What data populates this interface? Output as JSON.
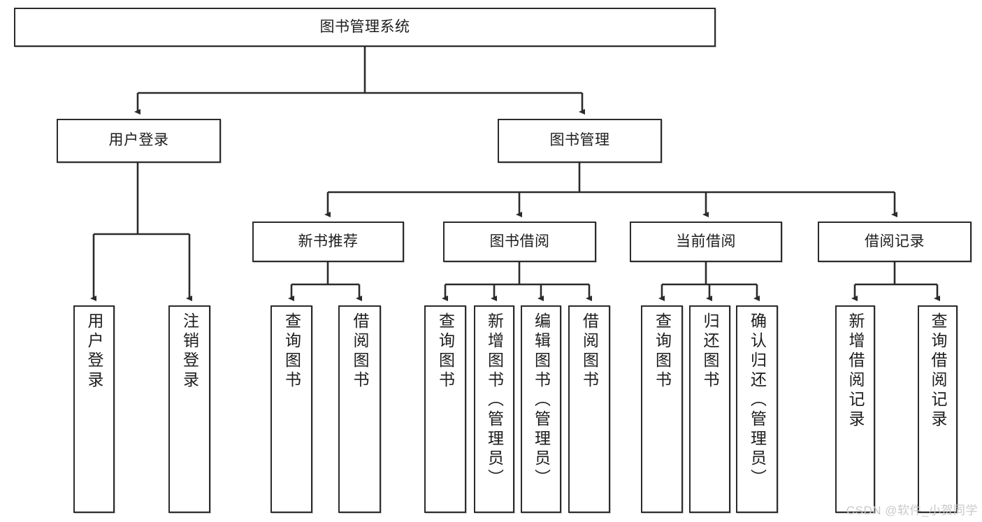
{
  "diagram": {
    "type": "tree",
    "title": "图书管理系统",
    "watermark": "CSDN @软件_小贺同学",
    "colors": {
      "box_border": "#2b2b2b",
      "box_fill": "#ffffff",
      "edge": "#2b2b2b",
      "text": "#1d1d1d",
      "watermark": "#c9c9c9"
    },
    "levels": {
      "root": {
        "label": "图书管理系统"
      },
      "level2": [
        {
          "label": "用户登录"
        },
        {
          "label": "图书管理"
        }
      ],
      "level3": [
        {
          "label": "新书推荐"
        },
        {
          "label": "图书借阅"
        },
        {
          "label": "当前借阅"
        },
        {
          "label": "借阅记录"
        }
      ],
      "leaves": [
        {
          "label": "用户登录",
          "parent": "用户登录"
        },
        {
          "label": "注销登录",
          "parent": "用户登录"
        },
        {
          "label": "查询图书",
          "parent": "新书推荐"
        },
        {
          "label": "借阅图书",
          "parent": "新书推荐"
        },
        {
          "label": "查询图书",
          "parent": "图书借阅"
        },
        {
          "label": "新增图书（管理员）",
          "parent": "图书借阅"
        },
        {
          "label": "编辑图书（管理员）",
          "parent": "图书借阅"
        },
        {
          "label": "借阅图书",
          "parent": "图书借阅"
        },
        {
          "label": "查询图书",
          "parent": "当前借阅"
        },
        {
          "label": "归还图书",
          "parent": "当前借阅"
        },
        {
          "label": "确认归还（管理员）",
          "parent": "当前借阅"
        },
        {
          "label": "新增借阅记录",
          "parent": "借阅记录"
        },
        {
          "label": "查询借阅记录",
          "parent": "借阅记录"
        }
      ]
    }
  }
}
